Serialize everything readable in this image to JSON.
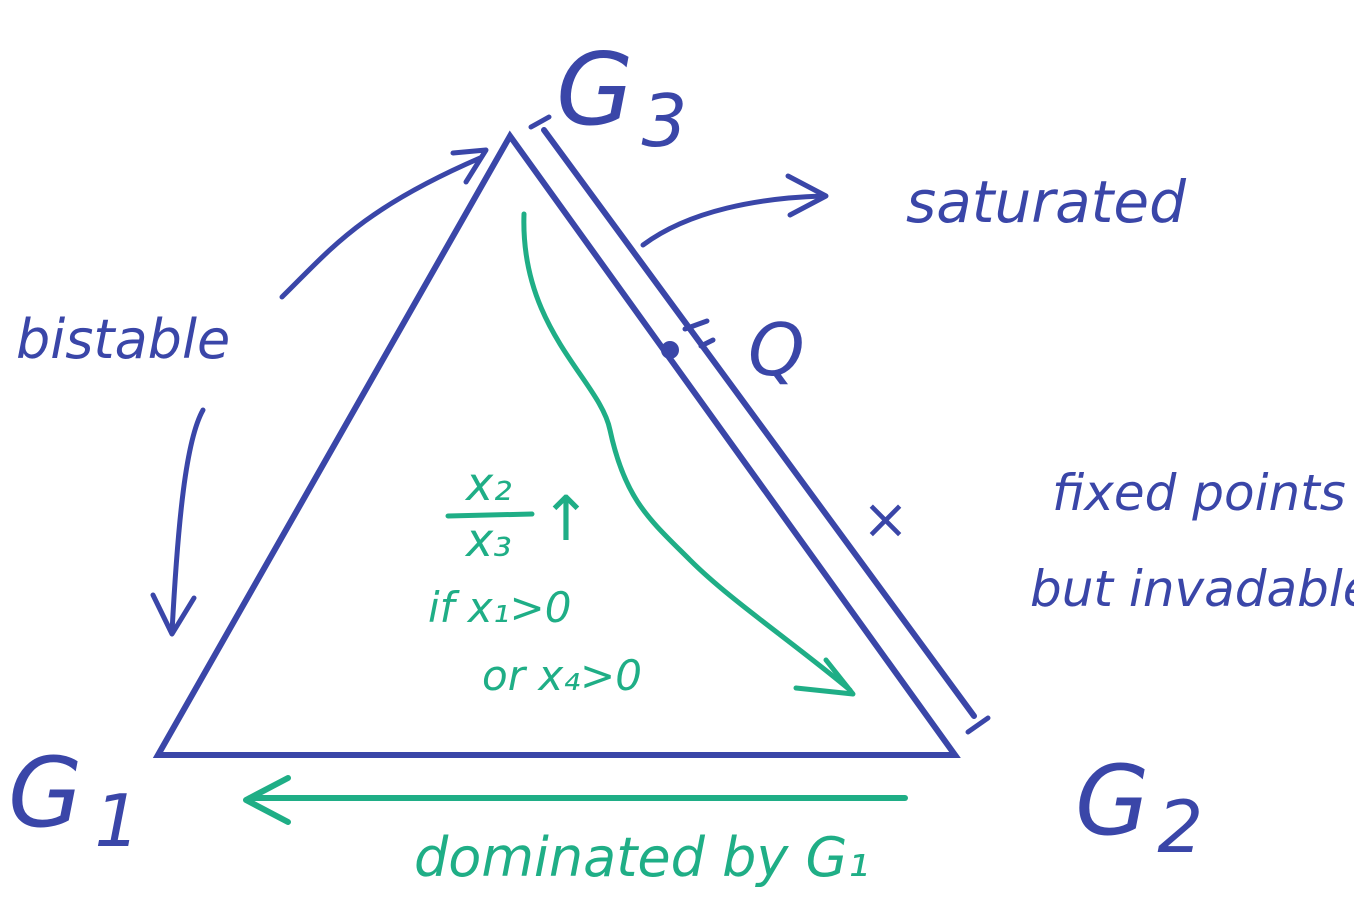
{
  "colors": {
    "blue": "#3a46a8",
    "green": "#1fae86",
    "background": "#ffffff"
  },
  "vertices": {
    "g1": {
      "base": "G",
      "sub": "1"
    },
    "g2": {
      "base": "G",
      "sub": "2"
    },
    "g3": {
      "base": "G",
      "sub": "3"
    }
  },
  "labels": {
    "q_point": "Q",
    "bistable": "bistable",
    "saturated": "saturated",
    "fixed_points": "fixed points",
    "but_invadable": "but invadable",
    "cross_mark": "×",
    "dominated": "dominated by G₁"
  },
  "inner": {
    "ratio_numerator": "x₂",
    "ratio_denominator": "x₃",
    "ratio_trend": "↑",
    "condition_1": "if x₁>0",
    "condition_2": "or x₄>0"
  }
}
